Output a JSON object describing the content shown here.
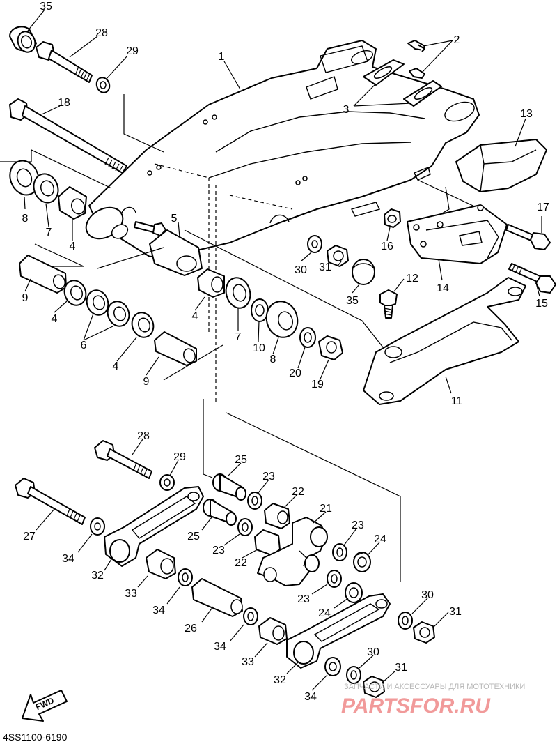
{
  "diagram": {
    "callouts": [
      {
        "id": "c35a",
        "text": "35"
      },
      {
        "id": "c28a",
        "text": "28"
      },
      {
        "id": "c29a",
        "text": "29"
      },
      {
        "id": "c1",
        "text": "1"
      },
      {
        "id": "c2",
        "text": "2"
      },
      {
        "id": "c3",
        "text": "3"
      },
      {
        "id": "c18",
        "text": "18"
      },
      {
        "id": "c13",
        "text": "13"
      },
      {
        "id": "c8a",
        "text": "8"
      },
      {
        "id": "c7a",
        "text": "7"
      },
      {
        "id": "c4a",
        "text": "4"
      },
      {
        "id": "c5",
        "text": "5"
      },
      {
        "id": "c17",
        "text": "17"
      },
      {
        "id": "c16",
        "text": "16"
      },
      {
        "id": "c30a",
        "text": "30"
      },
      {
        "id": "c31a",
        "text": "31"
      },
      {
        "id": "c35b",
        "text": "35"
      },
      {
        "id": "c12",
        "text": "12"
      },
      {
        "id": "c14",
        "text": "14"
      },
      {
        "id": "c15",
        "text": "15"
      },
      {
        "id": "c9a",
        "text": "9"
      },
      {
        "id": "c4b",
        "text": "4"
      },
      {
        "id": "c6",
        "text": "6"
      },
      {
        "id": "c4c",
        "text": "4"
      },
      {
        "id": "c9b",
        "text": "9"
      },
      {
        "id": "c4d",
        "text": "4"
      },
      {
        "id": "c7b",
        "text": "7"
      },
      {
        "id": "c10",
        "text": "10"
      },
      {
        "id": "c8b",
        "text": "8"
      },
      {
        "id": "c20",
        "text": "20"
      },
      {
        "id": "c19",
        "text": "19"
      },
      {
        "id": "c11",
        "text": "11"
      },
      {
        "id": "c28b",
        "text": "28"
      },
      {
        "id": "c29b",
        "text": "29"
      },
      {
        "id": "c25a",
        "text": "25"
      },
      {
        "id": "c23a",
        "text": "23"
      },
      {
        "id": "c22a",
        "text": "22"
      },
      {
        "id": "c21",
        "text": "21"
      },
      {
        "id": "c27",
        "text": "27"
      },
      {
        "id": "c25b",
        "text": "25"
      },
      {
        "id": "c23b",
        "text": "23"
      },
      {
        "id": "c22b",
        "text": "22"
      },
      {
        "id": "c23c",
        "text": "23"
      },
      {
        "id": "c24a",
        "text": "24"
      },
      {
        "id": "c34a",
        "text": "34"
      },
      {
        "id": "c32a",
        "text": "32"
      },
      {
        "id": "c23d",
        "text": "23"
      },
      {
        "id": "c33a",
        "text": "33"
      },
      {
        "id": "c34b",
        "text": "34"
      },
      {
        "id": "c24b",
        "text": "24"
      },
      {
        "id": "c26",
        "text": "26"
      },
      {
        "id": "c30b",
        "text": "30"
      },
      {
        "id": "c31b",
        "text": "31"
      },
      {
        "id": "c34c",
        "text": "34"
      },
      {
        "id": "c33b",
        "text": "33"
      },
      {
        "id": "c32b",
        "text": "32"
      },
      {
        "id": "c30c",
        "text": "30"
      },
      {
        "id": "c31c",
        "text": "31"
      },
      {
        "id": "c34d",
        "text": "34"
      }
    ],
    "fwd_label": "FWD",
    "diagram_code": "4SS1100-6190",
    "watermark": {
      "caption": "ЗАПЧАСТИ И АКСЕССУАРЫ ДЛЯ МОТОТЕХНИКИ",
      "brand": "PARTSFOR.RU",
      "color": "#f19a9a"
    }
  }
}
